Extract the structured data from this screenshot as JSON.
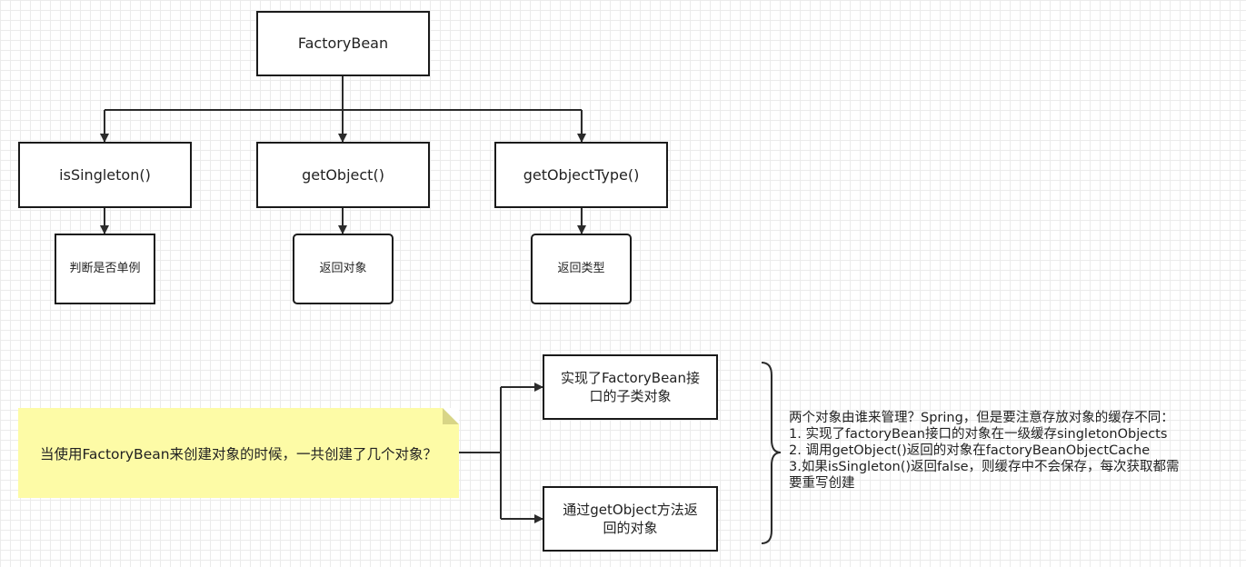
{
  "diagram": {
    "root": "FactoryBean",
    "methods": [
      {
        "name": "isSingleton()",
        "desc": "判断是否单例"
      },
      {
        "name": "getObject()",
        "desc": "返回对象"
      },
      {
        "name": "getObjectType()",
        "desc": "返回类型"
      }
    ],
    "question": "当使用FactoryBean来创建对象的时候，一共创建了几个对象？",
    "answers": [
      {
        "line1": "实现了FactoryBean接",
        "line2": "口的子类对象"
      },
      {
        "line1": "通过getObject方法返",
        "line2": "回的对象"
      }
    ],
    "annotation": [
      "两个对象由谁来管理？Spring，但是要注意存放对象的缓存不同：",
      "1. 实现了factoryBean接口的对象在一级缓存singletonObjects",
      "2. 调用getObject()返回的对象在factoryBeanObjectCache",
      "3.如果isSingleton()返回false，则缓存中不会保存，每次获取都需",
      "要重写创建"
    ]
  }
}
